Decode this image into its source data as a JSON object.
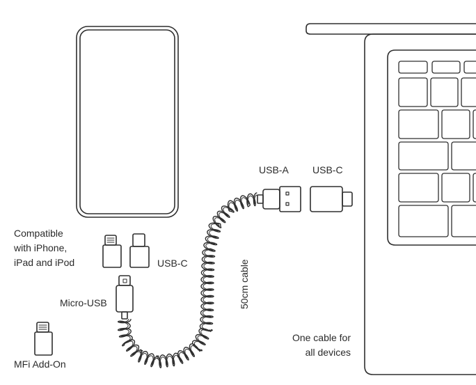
{
  "labels": {
    "usb_a": "USB-A",
    "usb_c_top": "USB-C",
    "compatible_line1": "Compatible",
    "compatible_line2": "with iPhone,",
    "compatible_line3": "iPad and iPod",
    "usb_c_adapter": "USB-C",
    "micro_usb": "Micro-USB",
    "cable_length": "50cm cable",
    "mfi_addon": "MFi Add-On",
    "one_cable_line1": "One cable for",
    "one_cable_line2": "all devices"
  },
  "colors": {
    "line": "#2e2e2e",
    "background": "#ffffff",
    "text": "#2a2a2a"
  },
  "icons": [
    "smartphone-icon",
    "laptop-icon",
    "usb-a-plug-icon",
    "usb-c-plug-icon",
    "lightning-adapter-icon",
    "usb-c-adapter-icon",
    "micro-usb-connector-icon",
    "coiled-cable-icon",
    "mfi-adapter-icon"
  ]
}
